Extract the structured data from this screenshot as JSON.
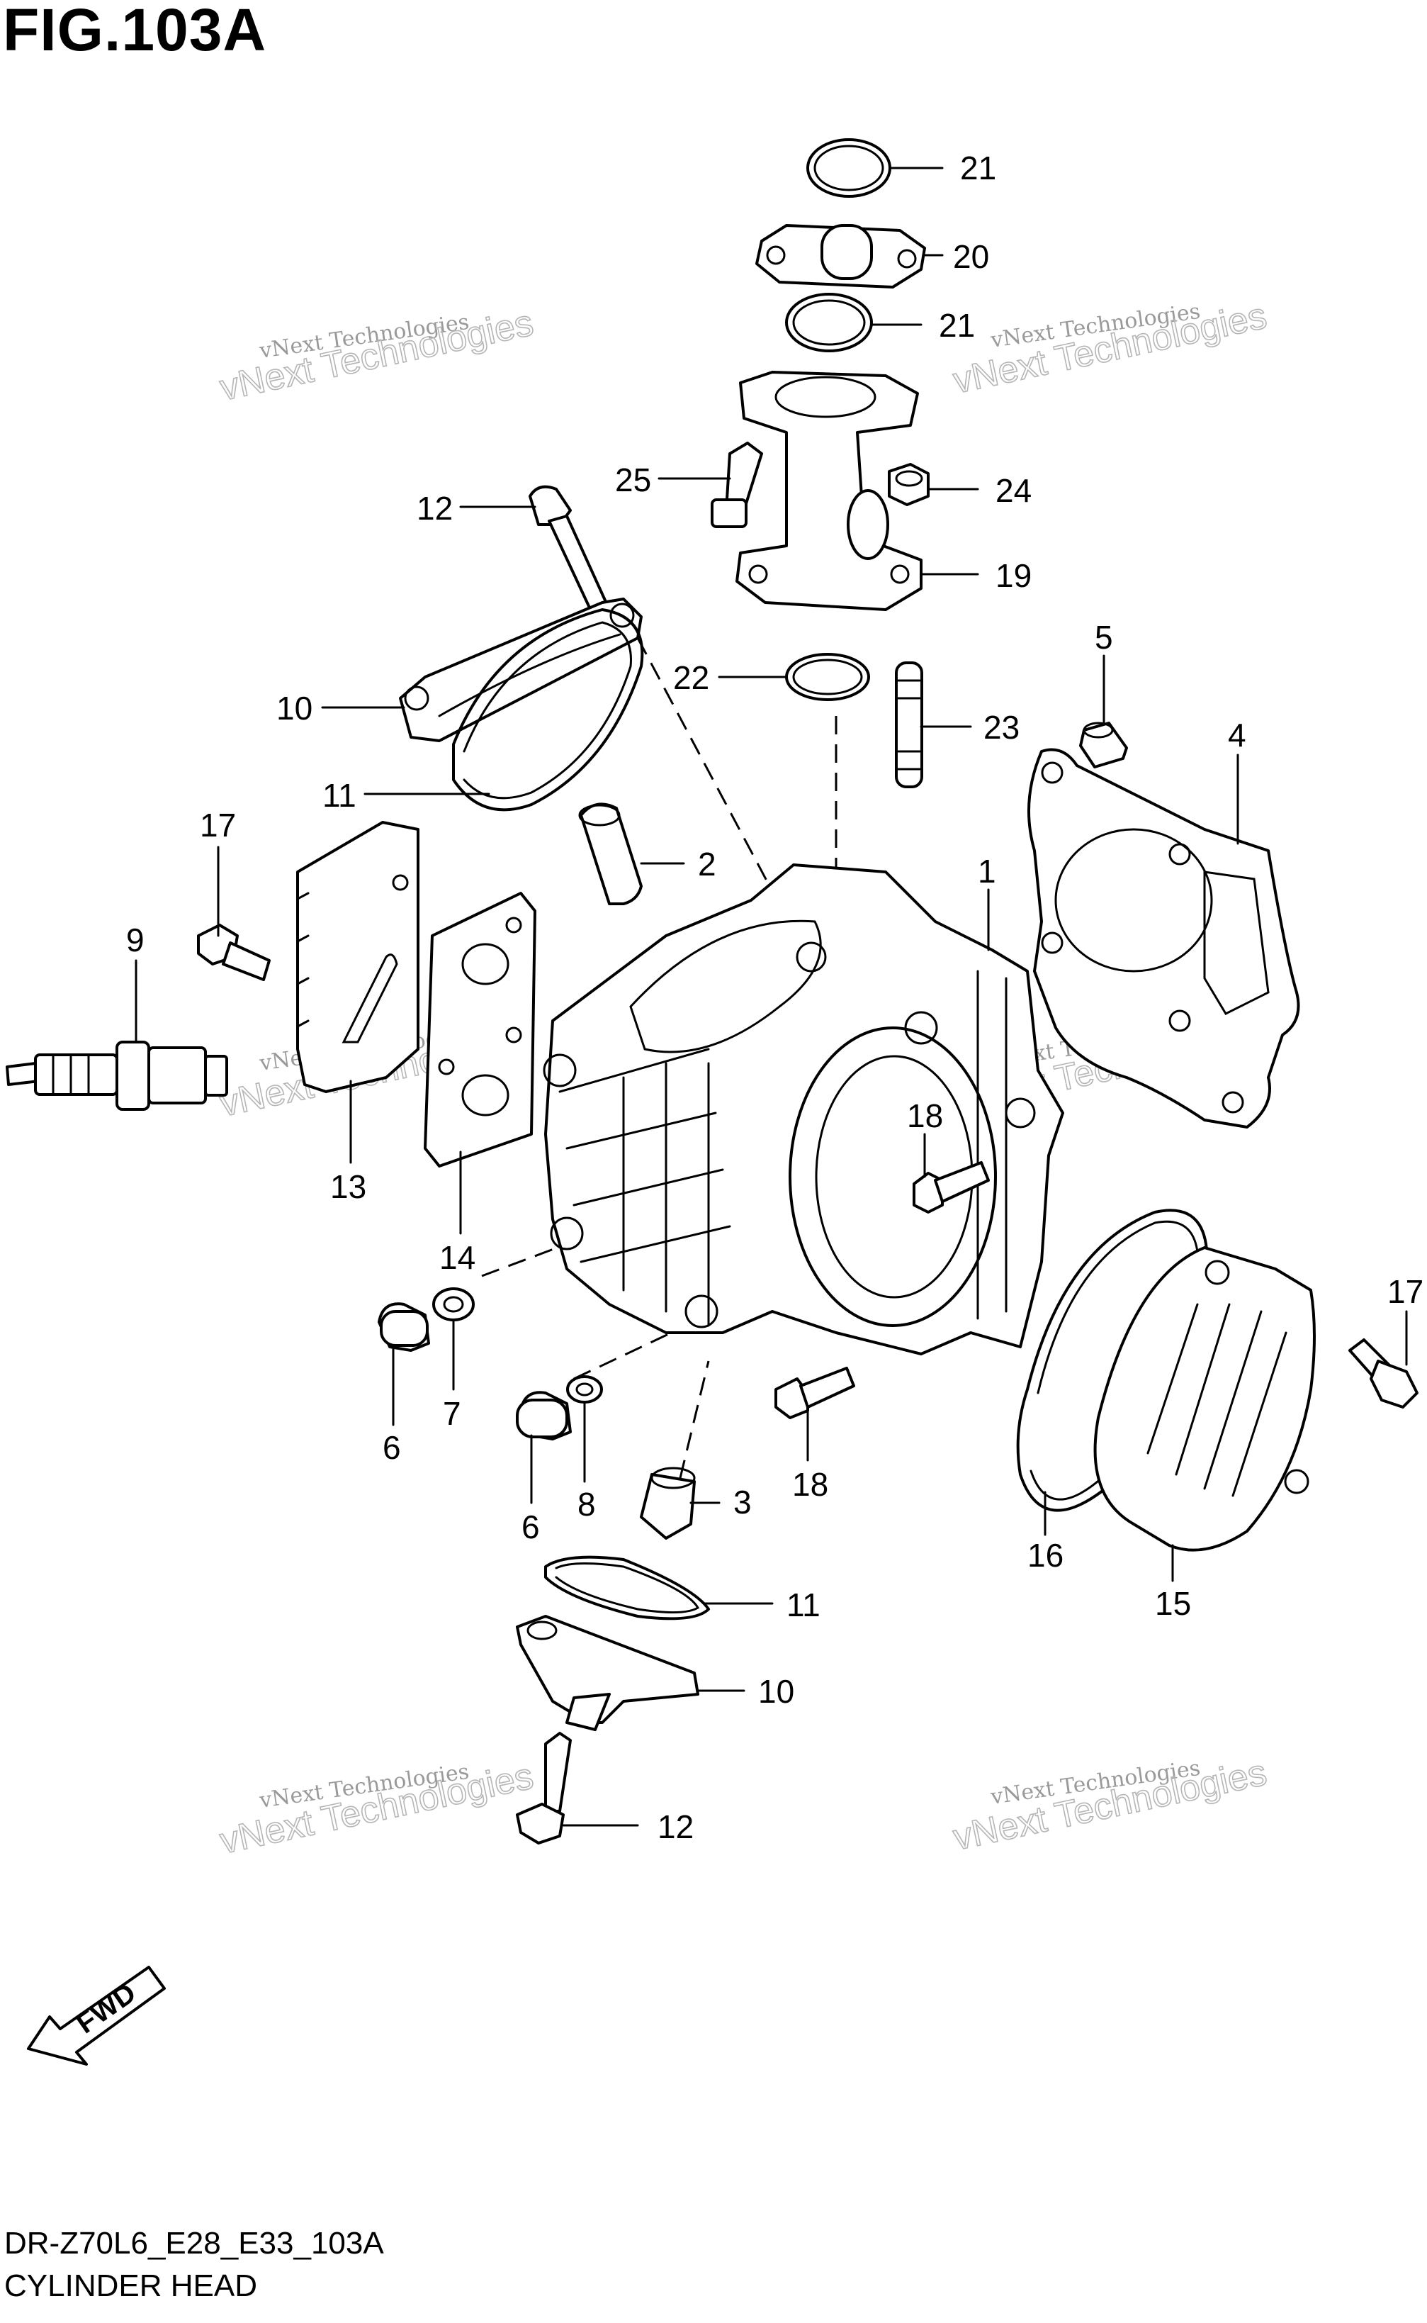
{
  "figure": {
    "title": "FIG.103A",
    "code": "DR-Z70L6_E28_E33_103A",
    "name": "CYLINDER HEAD"
  },
  "watermark": {
    "line1": "vNext Technologies",
    "line2": "vNext Technologies"
  },
  "fwd_label": "FWD",
  "callouts": [
    {
      "id": "c21a",
      "label": "21"
    },
    {
      "id": "c20",
      "label": "20"
    },
    {
      "id": "c21b",
      "label": "21"
    },
    {
      "id": "c25",
      "label": "25"
    },
    {
      "id": "c24",
      "label": "24"
    },
    {
      "id": "c12a",
      "label": "12"
    },
    {
      "id": "c19",
      "label": "19"
    },
    {
      "id": "c22",
      "label": "22"
    },
    {
      "id": "c5",
      "label": "5"
    },
    {
      "id": "c10a",
      "label": "10"
    },
    {
      "id": "c23",
      "label": "23"
    },
    {
      "id": "c4",
      "label": "4"
    },
    {
      "id": "c11a",
      "label": "11"
    },
    {
      "id": "c2",
      "label": "2"
    },
    {
      "id": "c17a",
      "label": "17"
    },
    {
      "id": "c1",
      "label": "1"
    },
    {
      "id": "c9",
      "label": "9"
    },
    {
      "id": "c13",
      "label": "13"
    },
    {
      "id": "c18a",
      "label": "18"
    },
    {
      "id": "c14",
      "label": "14"
    },
    {
      "id": "c17b",
      "label": "17"
    },
    {
      "id": "c6a",
      "label": "6"
    },
    {
      "id": "c7",
      "label": "7"
    },
    {
      "id": "c18b",
      "label": "18"
    },
    {
      "id": "c6b",
      "label": "6"
    },
    {
      "id": "c8",
      "label": "8"
    },
    {
      "id": "c3",
      "label": "3"
    },
    {
      "id": "c16",
      "label": "16"
    },
    {
      "id": "c15",
      "label": "15"
    },
    {
      "id": "c11b",
      "label": "11"
    },
    {
      "id": "c10b",
      "label": "10"
    },
    {
      "id": "c12b",
      "label": "12"
    }
  ]
}
